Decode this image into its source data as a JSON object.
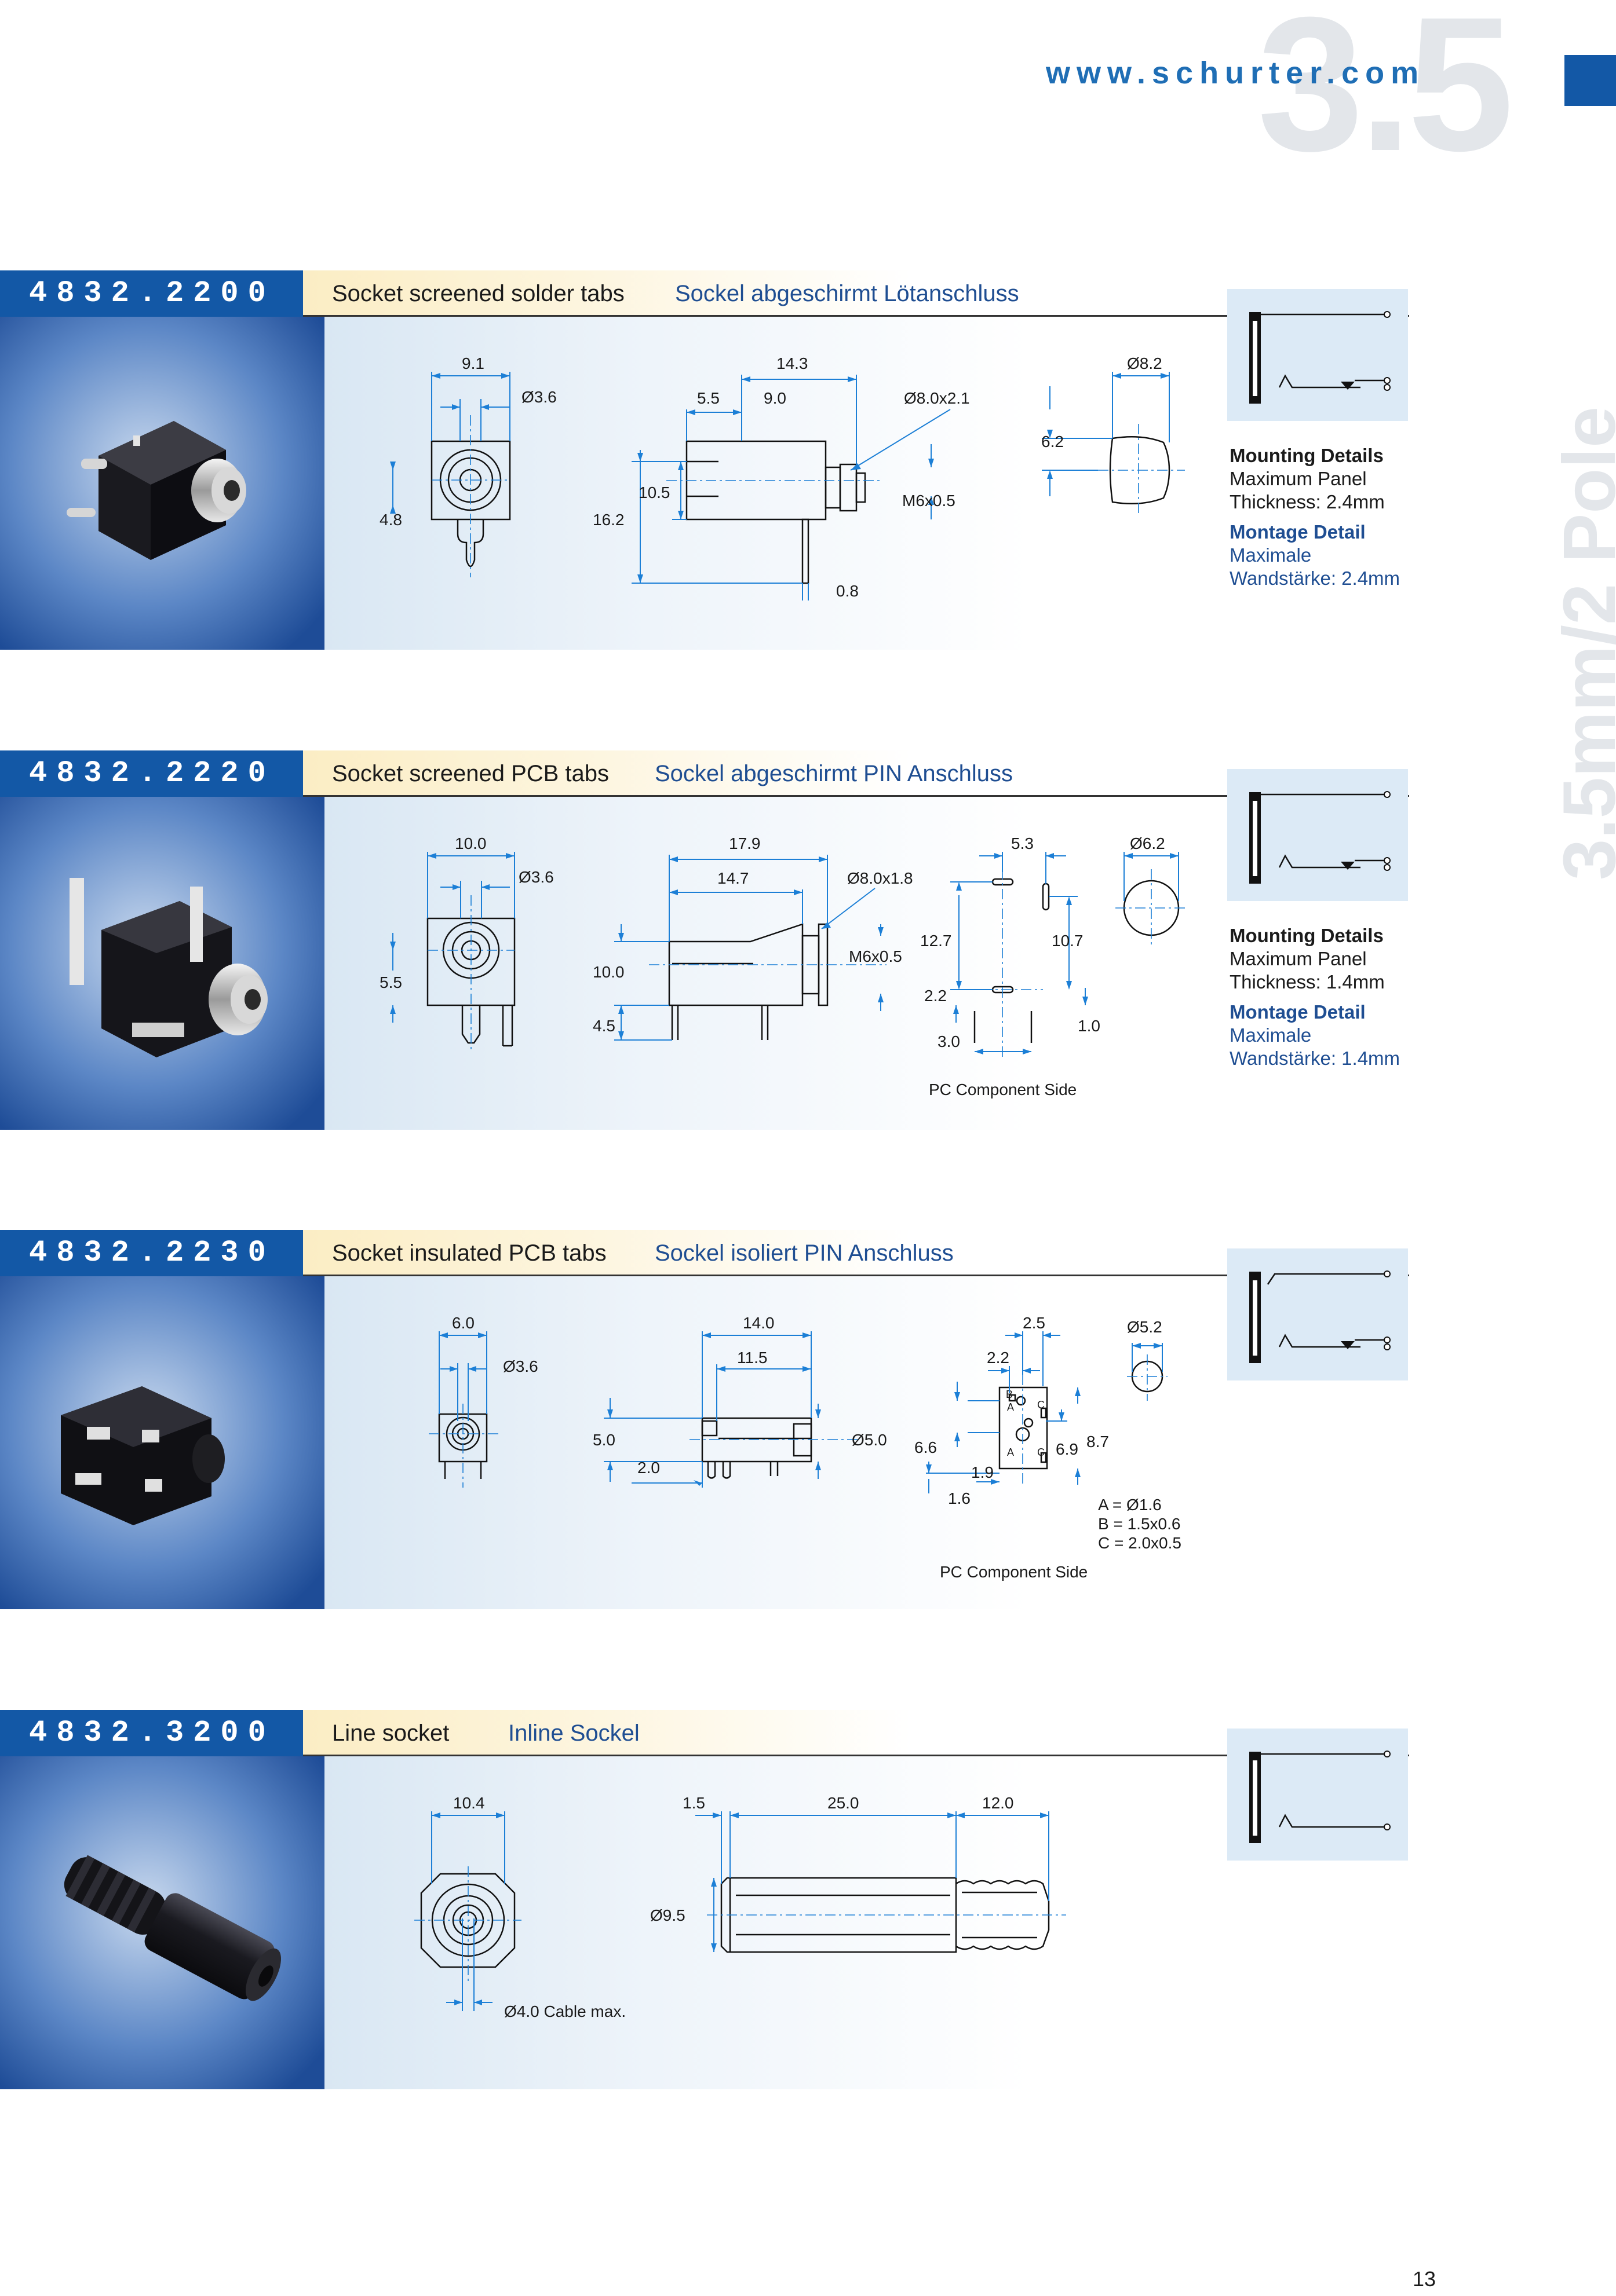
{
  "header": {
    "url": "www.schurter.com",
    "big_number": "3.5",
    "vertical_title": "3.5mm/2 Pole"
  },
  "page_number": "13",
  "sections": [
    {
      "part_number": "4832.2200",
      "title_en": "Socket screened solder tabs",
      "title_de": "Sockel abgeschirmt Lötanschluss",
      "dims": {
        "front_w": "9.1",
        "front_d": "Ø3.6",
        "front_h": "4.8",
        "side_a": "14.3",
        "side_b": "5.5",
        "side_c": "9.0",
        "side_d": "Ø8.0x2.1",
        "side_e": "10.5",
        "side_f": "16.2",
        "side_g": "M6x0.5",
        "side_h": "0.8",
        "cut_w": "Ø8.2",
        "cut_h": "6.2"
      },
      "mounting": {
        "title_en": "Mounting Details",
        "line1_en": "Maximum Panel",
        "line2_en": "Thickness: 2.4mm",
        "title_de": "Montage Detail",
        "line1_de": "Maximale",
        "line2_de": "Wandstärke: 2.4mm"
      }
    },
    {
      "part_number": "4832.2220",
      "title_en": "Socket screened PCB tabs",
      "title_de": "Sockel abgeschirmt PIN Anschluss",
      "dims": {
        "front_w": "10.0",
        "front_d": "Ø3.6",
        "front_h": "5.5",
        "side_a": "17.9",
        "side_b": "14.7",
        "side_c": "Ø8.0x1.8",
        "side_d": "10.0",
        "side_e": "4.5",
        "side_f": "M6x0.5",
        "pcb_a": "5.3",
        "pcb_b": "12.7",
        "pcb_c": "10.7",
        "pcb_d": "2.2",
        "pcb_e": "3.0",
        "pcb_f": "1.0",
        "pcb_label": "PC Component Side",
        "cut_d": "Ø6.2"
      },
      "mounting": {
        "title_en": "Mounting Details",
        "line1_en": "Maximum Panel",
        "line2_en": "Thickness: 1.4mm",
        "title_de": "Montage Detail",
        "line1_de": "Maximale",
        "line2_de": "Wandstärke: 1.4mm"
      }
    },
    {
      "part_number": "4832.2230",
      "title_en": "Socket insulated PCB tabs",
      "title_de": "Sockel isoliert PIN Anschluss",
      "dims": {
        "front_w": "6.0",
        "front_d": "Ø3.6",
        "side_a": "14.0",
        "side_b": "11.5",
        "side_c": "5.0",
        "side_d": "2.0",
        "side_e": "Ø5.0",
        "pcb_a": "2.5",
        "pcb_b": "2.2",
        "pcb_c": "6.6",
        "pcb_d": "6.9",
        "pcb_e": "8.7",
        "pcb_f": "1.9",
        "pcb_g": "1.6",
        "pcb_label": "PC Component Side",
        "legend_a": "A =  Ø1.6",
        "legend_b": "B = 1.5x0.6",
        "legend_c": "C = 2.0x0.5",
        "hole_a": "A",
        "hole_b": "B",
        "hole_c": "C",
        "cut_d": "Ø5.2"
      }
    },
    {
      "part_number": "4832.3200",
      "title_en": "Line socket",
      "title_de": "Inline Sockel",
      "dims": {
        "front_w": "10.4",
        "front_cable": "Ø4.0  Cable max.",
        "side_a": "1.5",
        "side_b": "25.0",
        "side_c": "12.0",
        "side_d": "Ø9.5"
      }
    }
  ],
  "colors": {
    "accent_blue": "#1358a6",
    "dim_blue": "#1c7fd6",
    "header_cream": "#fbedc4",
    "panel_blue": "#dceaf6"
  }
}
